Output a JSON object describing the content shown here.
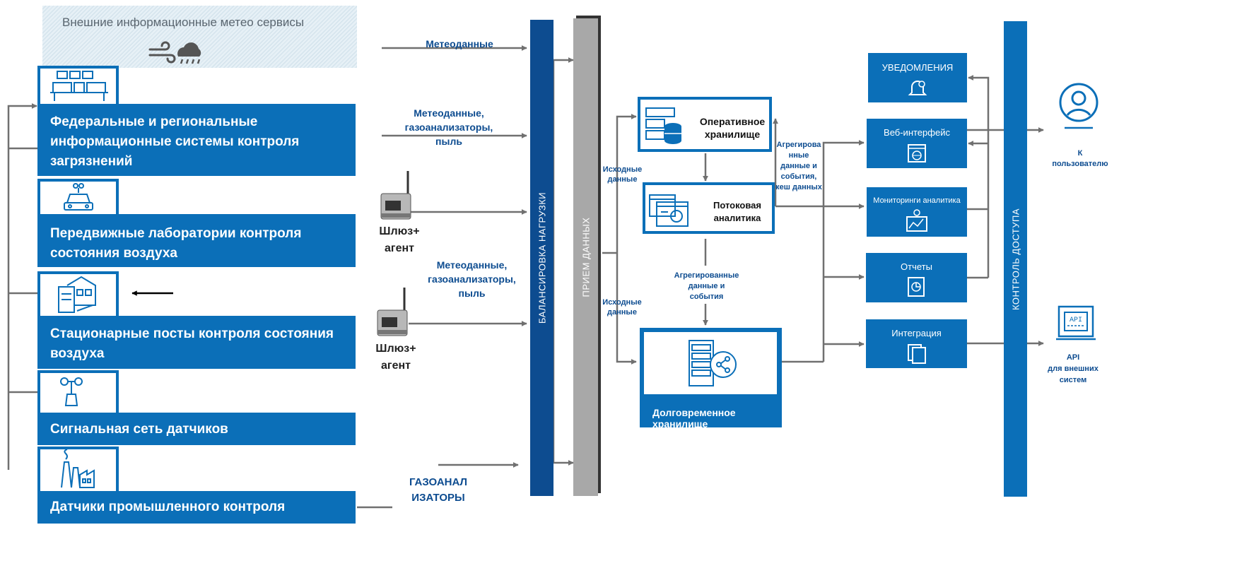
{
  "meteo_services": {
    "title": "Внешние информационные  метео сервисы"
  },
  "sources": [
    {
      "label": "Федеральные и региональные информационные системы контроля загрязнений"
    },
    {
      "label": "Передвижные лаборатории контроля состояния воздуха"
    },
    {
      "label": "Стационарные посты контроля состояния воздуха"
    },
    {
      "label": "Сигнальная сеть датчиков"
    },
    {
      "label": "Датчики промышленного контроля"
    }
  ],
  "flows": {
    "meteo": "Метеоданные",
    "meteo_gas_dust_1": "Метеоданные, газоанализаторы, пыль",
    "meteo_gas_dust_2": "Метеоданные, газоанализаторы, пыль",
    "gas_analyzers_1": "ГАЗОАНАЛ",
    "gas_analyzers_2": "ИЗАТОРЫ",
    "raw_data_1": "Исходные данные",
    "raw_data_2": "Исходные данные",
    "aggregated_events": "Агрегированные данные и события",
    "aggregated_events_cache": "Агрегирова нные данные и события, кеш данных"
  },
  "gateways": [
    {
      "label_1": "Шлюз+",
      "label_2": "агент"
    },
    {
      "label_1": "Шлюз+",
      "label_2": "агент"
    }
  ],
  "buses": {
    "load_balancing": "БАЛАНСИРОВКА НАГРУЗКИ",
    "data_intake": "ПРИЕМ ДАННЫХ",
    "access_control": "КОНТРОЛЬ ДОСТУПА"
  },
  "storages": {
    "operational": "Оперативное хранилище",
    "stream_analytics": "Потоковая аналитика",
    "long_term": "Долговременное хранилище"
  },
  "services": {
    "notifications": "УВЕДОМЛЕНИЯ",
    "web_interface": "Веб-интерфейс",
    "monitoring": "Мониторинги аналитика",
    "reports": "Отчеты",
    "integration": "Интеграция"
  },
  "outputs": {
    "user_1": "К",
    "user_2": "пользователю",
    "api_1": "API",
    "api_2": "для внешних",
    "api_3": "систем",
    "api_icon_text": "API"
  },
  "colors": {
    "primary": "#0b6fb8",
    "bus_dark": "#0d4c90",
    "bus_gray": "#a8a8a8",
    "wire": "#707070"
  }
}
